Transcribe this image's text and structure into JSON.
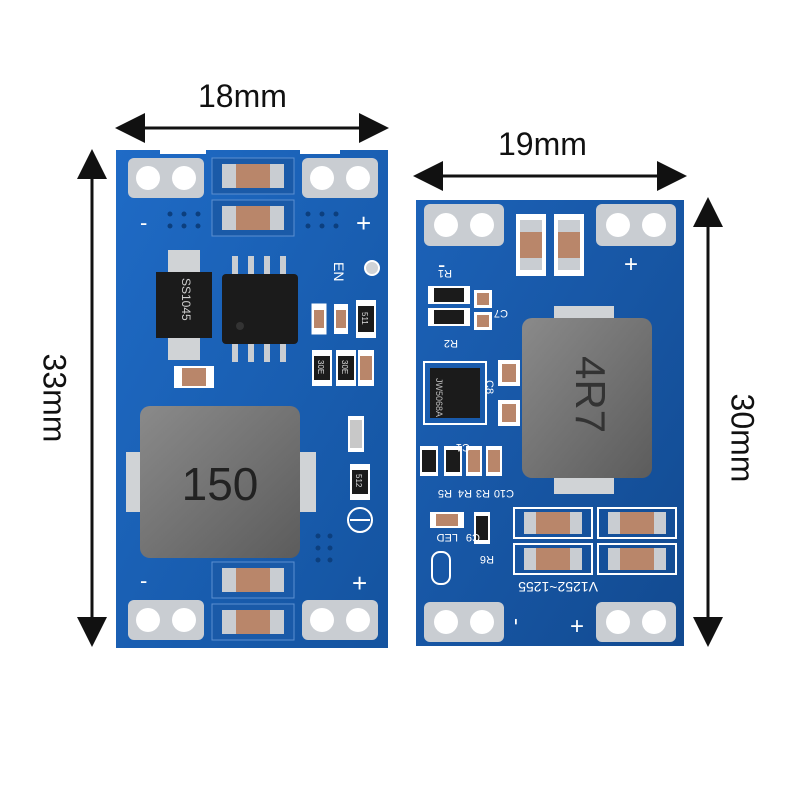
{
  "dimensions": {
    "board1_width": "18mm",
    "board1_height": "33mm",
    "board2_width": "19mm",
    "board2_height": "30mm"
  },
  "board1": {
    "inductor_marking": "150",
    "diode_marking": "SS1045",
    "en_label": "EN",
    "minus_label": "-",
    "plus_label": "+",
    "resistor_markings": [
      "511",
      "30E",
      "30E",
      "512"
    ]
  },
  "board2": {
    "inductor_marking": "4R7",
    "chip_marking": "JW5068A",
    "model_label": "V1252~1255",
    "component_labels": [
      "R1",
      "R2",
      "C7",
      "C8",
      "C9",
      "C10",
      "R3",
      "R4",
      "R5",
      "R6",
      "C1",
      "LED"
    ],
    "minus_label": "-",
    "plus_label": "+"
  },
  "colors": {
    "pcb_blue": "#1a5fb4",
    "pad_silver": "#c9cdd2",
    "inductor_gray": "#6e6e6e",
    "capacitor_tan": "#b9866a",
    "ic_black": "#1b1b1b"
  }
}
